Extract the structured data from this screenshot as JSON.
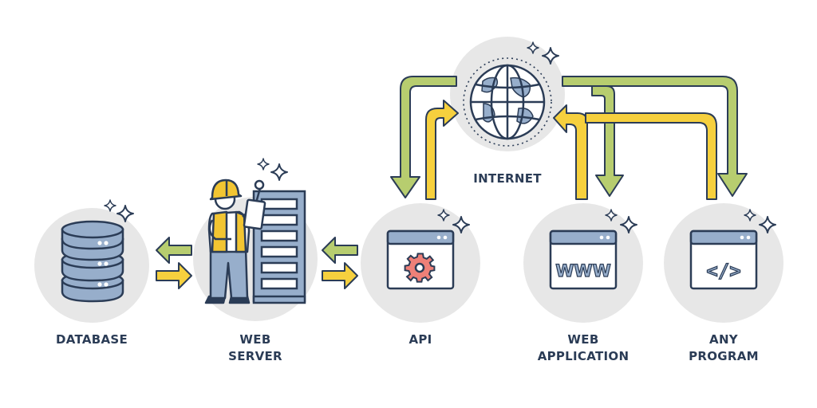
{
  "nodes": {
    "database": {
      "label": "DATABASE"
    },
    "web_server": {
      "line1": "WEB",
      "line2": "SERVER"
    },
    "api": {
      "label": "API"
    },
    "internet": {
      "label": "INTERNET"
    },
    "web_application": {
      "line1": "WEB",
      "line2": "APPLICATION",
      "icon_text": "WWW"
    },
    "any_program": {
      "line1": "ANY",
      "line2": "PROGRAM",
      "icon_text": "</>"
    }
  },
  "colors": {
    "circle_bg": "#e7e7e7",
    "outline": "#2b3c56",
    "blue": "#97aecb",
    "green": "#b7cd6f",
    "yellow": "#f6d03e",
    "gear": "#ee8078",
    "hardhat": "#f2c532"
  },
  "icons": [
    "database-icon",
    "server-rack-icon",
    "worker-icon",
    "gear-icon",
    "globe-icon",
    "sparkle-icon"
  ]
}
